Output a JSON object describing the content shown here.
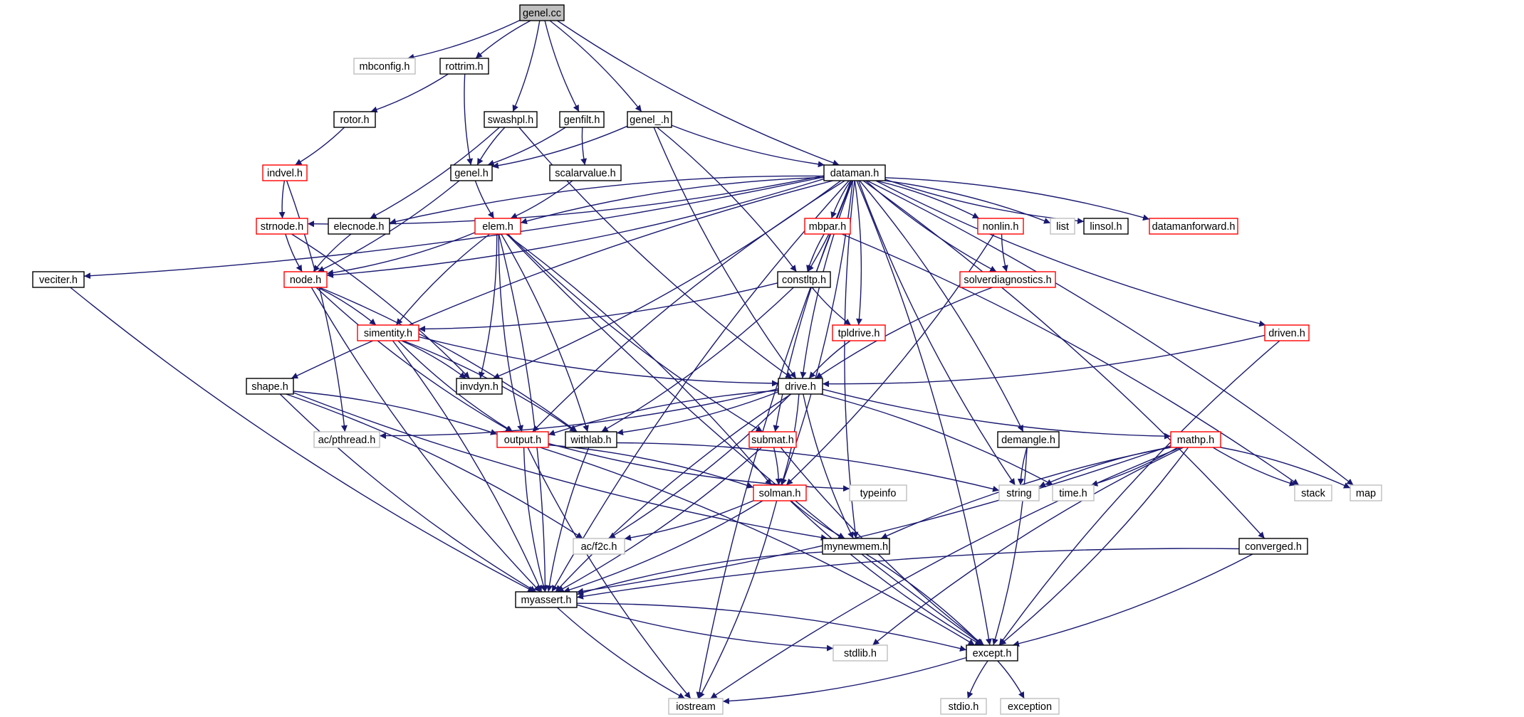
{
  "graph": {
    "colors": {
      "edge": "#191970",
      "normal": "#000000",
      "incomplete": "#ff0000",
      "external": "#bfbfbf",
      "root_fill": "#bfbfbf"
    },
    "nodes": [
      {
        "id": "genel_cc",
        "label": "genel.cc",
        "kind": "root"
      },
      {
        "id": "mbconfig",
        "label": "mbconfig.h",
        "kind": "external"
      },
      {
        "id": "rottrim",
        "label": "rottrim.h",
        "kind": "normal"
      },
      {
        "id": "swashpl",
        "label": "swashpl.h",
        "kind": "normal"
      },
      {
        "id": "genfilt",
        "label": "genfilt.h",
        "kind": "normal"
      },
      {
        "id": "genel_",
        "label": "genel_.h",
        "kind": "normal"
      },
      {
        "id": "rotor",
        "label": "rotor.h",
        "kind": "normal"
      },
      {
        "id": "genel",
        "label": "genel.h",
        "kind": "normal"
      },
      {
        "id": "scalarvalue",
        "label": "scalarvalue.h",
        "kind": "normal"
      },
      {
        "id": "dataman",
        "label": "dataman.h",
        "kind": "normal"
      },
      {
        "id": "indvel",
        "label": "indvel.h",
        "kind": "incomplete"
      },
      {
        "id": "strnode",
        "label": "strnode.h",
        "kind": "incomplete"
      },
      {
        "id": "elecnode",
        "label": "elecnode.h",
        "kind": "normal"
      },
      {
        "id": "elem",
        "label": "elem.h",
        "kind": "incomplete"
      },
      {
        "id": "mbpar",
        "label": "mbpar.h",
        "kind": "incomplete"
      },
      {
        "id": "nonlin",
        "label": "nonlin.h",
        "kind": "incomplete"
      },
      {
        "id": "list",
        "label": "list",
        "kind": "external"
      },
      {
        "id": "linsol",
        "label": "linsol.h",
        "kind": "normal"
      },
      {
        "id": "datamanforward",
        "label": "datamanforward.h",
        "kind": "incomplete"
      },
      {
        "id": "veciter",
        "label": "veciter.h",
        "kind": "normal"
      },
      {
        "id": "node",
        "label": "node.h",
        "kind": "incomplete"
      },
      {
        "id": "constltp",
        "label": "constltp.h",
        "kind": "normal"
      },
      {
        "id": "solverdiagnostics",
        "label": "solverdiagnostics.h",
        "kind": "incomplete"
      },
      {
        "id": "simentity",
        "label": "simentity.h",
        "kind": "incomplete"
      },
      {
        "id": "tpldrive",
        "label": "tpldrive.h",
        "kind": "incomplete"
      },
      {
        "id": "driven",
        "label": "driven.h",
        "kind": "incomplete"
      },
      {
        "id": "shape",
        "label": "shape.h",
        "kind": "normal"
      },
      {
        "id": "invdyn",
        "label": "invdyn.h",
        "kind": "normal"
      },
      {
        "id": "drive",
        "label": "drive.h",
        "kind": "normal"
      },
      {
        "id": "pthread",
        "label": "ac/pthread.h",
        "kind": "external"
      },
      {
        "id": "output",
        "label": "output.h",
        "kind": "incomplete"
      },
      {
        "id": "withlab",
        "label": "withlab.h",
        "kind": "normal"
      },
      {
        "id": "submat",
        "label": "submat.h",
        "kind": "incomplete"
      },
      {
        "id": "demangle",
        "label": "demangle.h",
        "kind": "normal"
      },
      {
        "id": "mathp",
        "label": "mathp.h",
        "kind": "incomplete"
      },
      {
        "id": "typeinfo",
        "label": "typeinfo",
        "kind": "external"
      },
      {
        "id": "solman",
        "label": "solman.h",
        "kind": "incomplete"
      },
      {
        "id": "string",
        "label": "string",
        "kind": "external"
      },
      {
        "id": "time",
        "label": "time.h",
        "kind": "external"
      },
      {
        "id": "stack",
        "label": "stack",
        "kind": "external"
      },
      {
        "id": "map",
        "label": "map",
        "kind": "external"
      },
      {
        "id": "f2c",
        "label": "ac/f2c.h",
        "kind": "external"
      },
      {
        "id": "mynewmem",
        "label": "mynewmem.h",
        "kind": "normal"
      },
      {
        "id": "converged",
        "label": "converged.h",
        "kind": "normal"
      },
      {
        "id": "myassert",
        "label": "myassert.h",
        "kind": "normal"
      },
      {
        "id": "stdlib",
        "label": "stdlib.h",
        "kind": "external"
      },
      {
        "id": "except",
        "label": "except.h",
        "kind": "normal"
      },
      {
        "id": "iostream",
        "label": "iostream",
        "kind": "external"
      },
      {
        "id": "stdio",
        "label": "stdio.h",
        "kind": "external"
      },
      {
        "id": "exception",
        "label": "exception",
        "kind": "external"
      }
    ],
    "edges": [
      [
        "genel_cc",
        "mbconfig"
      ],
      [
        "genel_cc",
        "rottrim"
      ],
      [
        "genel_cc",
        "swashpl"
      ],
      [
        "genel_cc",
        "genfilt"
      ],
      [
        "genel_cc",
        "genel_"
      ],
      [
        "genel_cc",
        "dataman"
      ],
      [
        "rottrim",
        "rotor"
      ],
      [
        "rottrim",
        "genel"
      ],
      [
        "rotor",
        "indvel"
      ],
      [
        "indvel",
        "strnode"
      ],
      [
        "indvel",
        "pthread"
      ],
      [
        "swashpl",
        "genel"
      ],
      [
        "swashpl",
        "elecnode"
      ],
      [
        "swashpl",
        "drive"
      ],
      [
        "genfilt",
        "genel"
      ],
      [
        "genfilt",
        "scalarvalue"
      ],
      [
        "genel_",
        "genel"
      ],
      [
        "genel_",
        "dataman"
      ],
      [
        "genel_",
        "constltp"
      ],
      [
        "genel_",
        "drive"
      ],
      [
        "scalarvalue",
        "elem"
      ],
      [
        "genel",
        "elem"
      ],
      [
        "genel",
        "node"
      ],
      [
        "dataman",
        "myassert"
      ],
      [
        "dataman",
        "except"
      ],
      [
        "dataman",
        "iostream"
      ],
      [
        "dataman",
        "veciter"
      ],
      [
        "dataman",
        "shape"
      ],
      [
        "dataman",
        "strnode"
      ],
      [
        "dataman",
        "elecnode"
      ],
      [
        "dataman",
        "node"
      ],
      [
        "dataman",
        "elem"
      ],
      [
        "dataman",
        "invdyn"
      ],
      [
        "dataman",
        "output"
      ],
      [
        "dataman",
        "constltp"
      ],
      [
        "dataman",
        "mbpar"
      ],
      [
        "dataman",
        "tpldrive"
      ],
      [
        "dataman",
        "drive"
      ],
      [
        "dataman",
        "nonlin"
      ],
      [
        "dataman",
        "solverdiagnostics"
      ],
      [
        "dataman",
        "list"
      ],
      [
        "dataman",
        "linsol"
      ],
      [
        "dataman",
        "datamanforward"
      ],
      [
        "dataman",
        "submat"
      ],
      [
        "dataman",
        "solman"
      ],
      [
        "dataman",
        "driven"
      ],
      [
        "dataman",
        "demangle"
      ],
      [
        "dataman",
        "string"
      ],
      [
        "dataman",
        "map"
      ],
      [
        "dataman",
        "mynewmem"
      ],
      [
        "dataman",
        "converged"
      ],
      [
        "strnode",
        "node"
      ],
      [
        "strnode",
        "invdyn"
      ],
      [
        "elecnode",
        "node"
      ],
      [
        "elem",
        "node"
      ],
      [
        "elem",
        "simentity"
      ],
      [
        "elem",
        "invdyn"
      ],
      [
        "elem",
        "output"
      ],
      [
        "elem",
        "withlab"
      ],
      [
        "elem",
        "submat"
      ],
      [
        "elem",
        "solman"
      ],
      [
        "elem",
        "except"
      ],
      [
        "elem",
        "myassert"
      ],
      [
        "mbpar",
        "constltp"
      ],
      [
        "mbpar",
        "stack"
      ],
      [
        "nonlin",
        "solverdiagnostics"
      ],
      [
        "nonlin",
        "solman"
      ],
      [
        "veciter",
        "myassert"
      ],
      [
        "node",
        "simentity"
      ],
      [
        "node",
        "output"
      ],
      [
        "node",
        "withlab"
      ],
      [
        "node",
        "myassert"
      ],
      [
        "constltp",
        "simentity"
      ],
      [
        "constltp",
        "tpldrive"
      ],
      [
        "constltp",
        "withlab"
      ],
      [
        "solverdiagnostics",
        "drive"
      ],
      [
        "simentity",
        "invdyn"
      ],
      [
        "simentity",
        "output"
      ],
      [
        "simentity",
        "withlab"
      ],
      [
        "simentity",
        "drive"
      ],
      [
        "simentity",
        "myassert"
      ],
      [
        "tpldrive",
        "drive"
      ],
      [
        "driven",
        "drive"
      ],
      [
        "driven",
        "except"
      ],
      [
        "shape",
        "output"
      ],
      [
        "shape",
        "myassert"
      ],
      [
        "shape",
        "f2c"
      ],
      [
        "shape",
        "mynewmem"
      ],
      [
        "drive",
        "pthread"
      ],
      [
        "drive",
        "output"
      ],
      [
        "drive",
        "withlab"
      ],
      [
        "drive",
        "mathp"
      ],
      [
        "drive",
        "solman"
      ],
      [
        "drive",
        "mynewmem"
      ],
      [
        "drive",
        "f2c"
      ],
      [
        "drive",
        "myassert"
      ],
      [
        "drive",
        "time"
      ],
      [
        "output",
        "typeinfo"
      ],
      [
        "output",
        "solman"
      ],
      [
        "output",
        "myassert"
      ],
      [
        "output",
        "except"
      ],
      [
        "output",
        "iostream"
      ],
      [
        "withlab",
        "string"
      ],
      [
        "withlab",
        "myassert"
      ],
      [
        "submat",
        "solman"
      ],
      [
        "submat",
        "except"
      ],
      [
        "submat",
        "myassert"
      ],
      [
        "demangle",
        "string"
      ],
      [
        "demangle",
        "except"
      ],
      [
        "mathp",
        "string"
      ],
      [
        "mathp",
        "time"
      ],
      [
        "mathp",
        "stack"
      ],
      [
        "mathp",
        "map"
      ],
      [
        "mathp",
        "mynewmem"
      ],
      [
        "mathp",
        "myassert"
      ],
      [
        "mathp",
        "stdlib"
      ],
      [
        "mathp",
        "except"
      ],
      [
        "mathp",
        "iostream"
      ],
      [
        "solman",
        "f2c"
      ],
      [
        "solman",
        "mynewmem"
      ],
      [
        "solman",
        "myassert"
      ],
      [
        "solman",
        "except"
      ],
      [
        "solman",
        "iostream"
      ],
      [
        "mynewmem",
        "myassert"
      ],
      [
        "mynewmem",
        "except"
      ],
      [
        "converged",
        "myassert"
      ],
      [
        "converged",
        "except"
      ],
      [
        "myassert",
        "stdlib"
      ],
      [
        "myassert",
        "except"
      ],
      [
        "myassert",
        "iostream"
      ],
      [
        "except",
        "iostream"
      ],
      [
        "except",
        "stdio"
      ],
      [
        "except",
        "exception"
      ]
    ]
  }
}
